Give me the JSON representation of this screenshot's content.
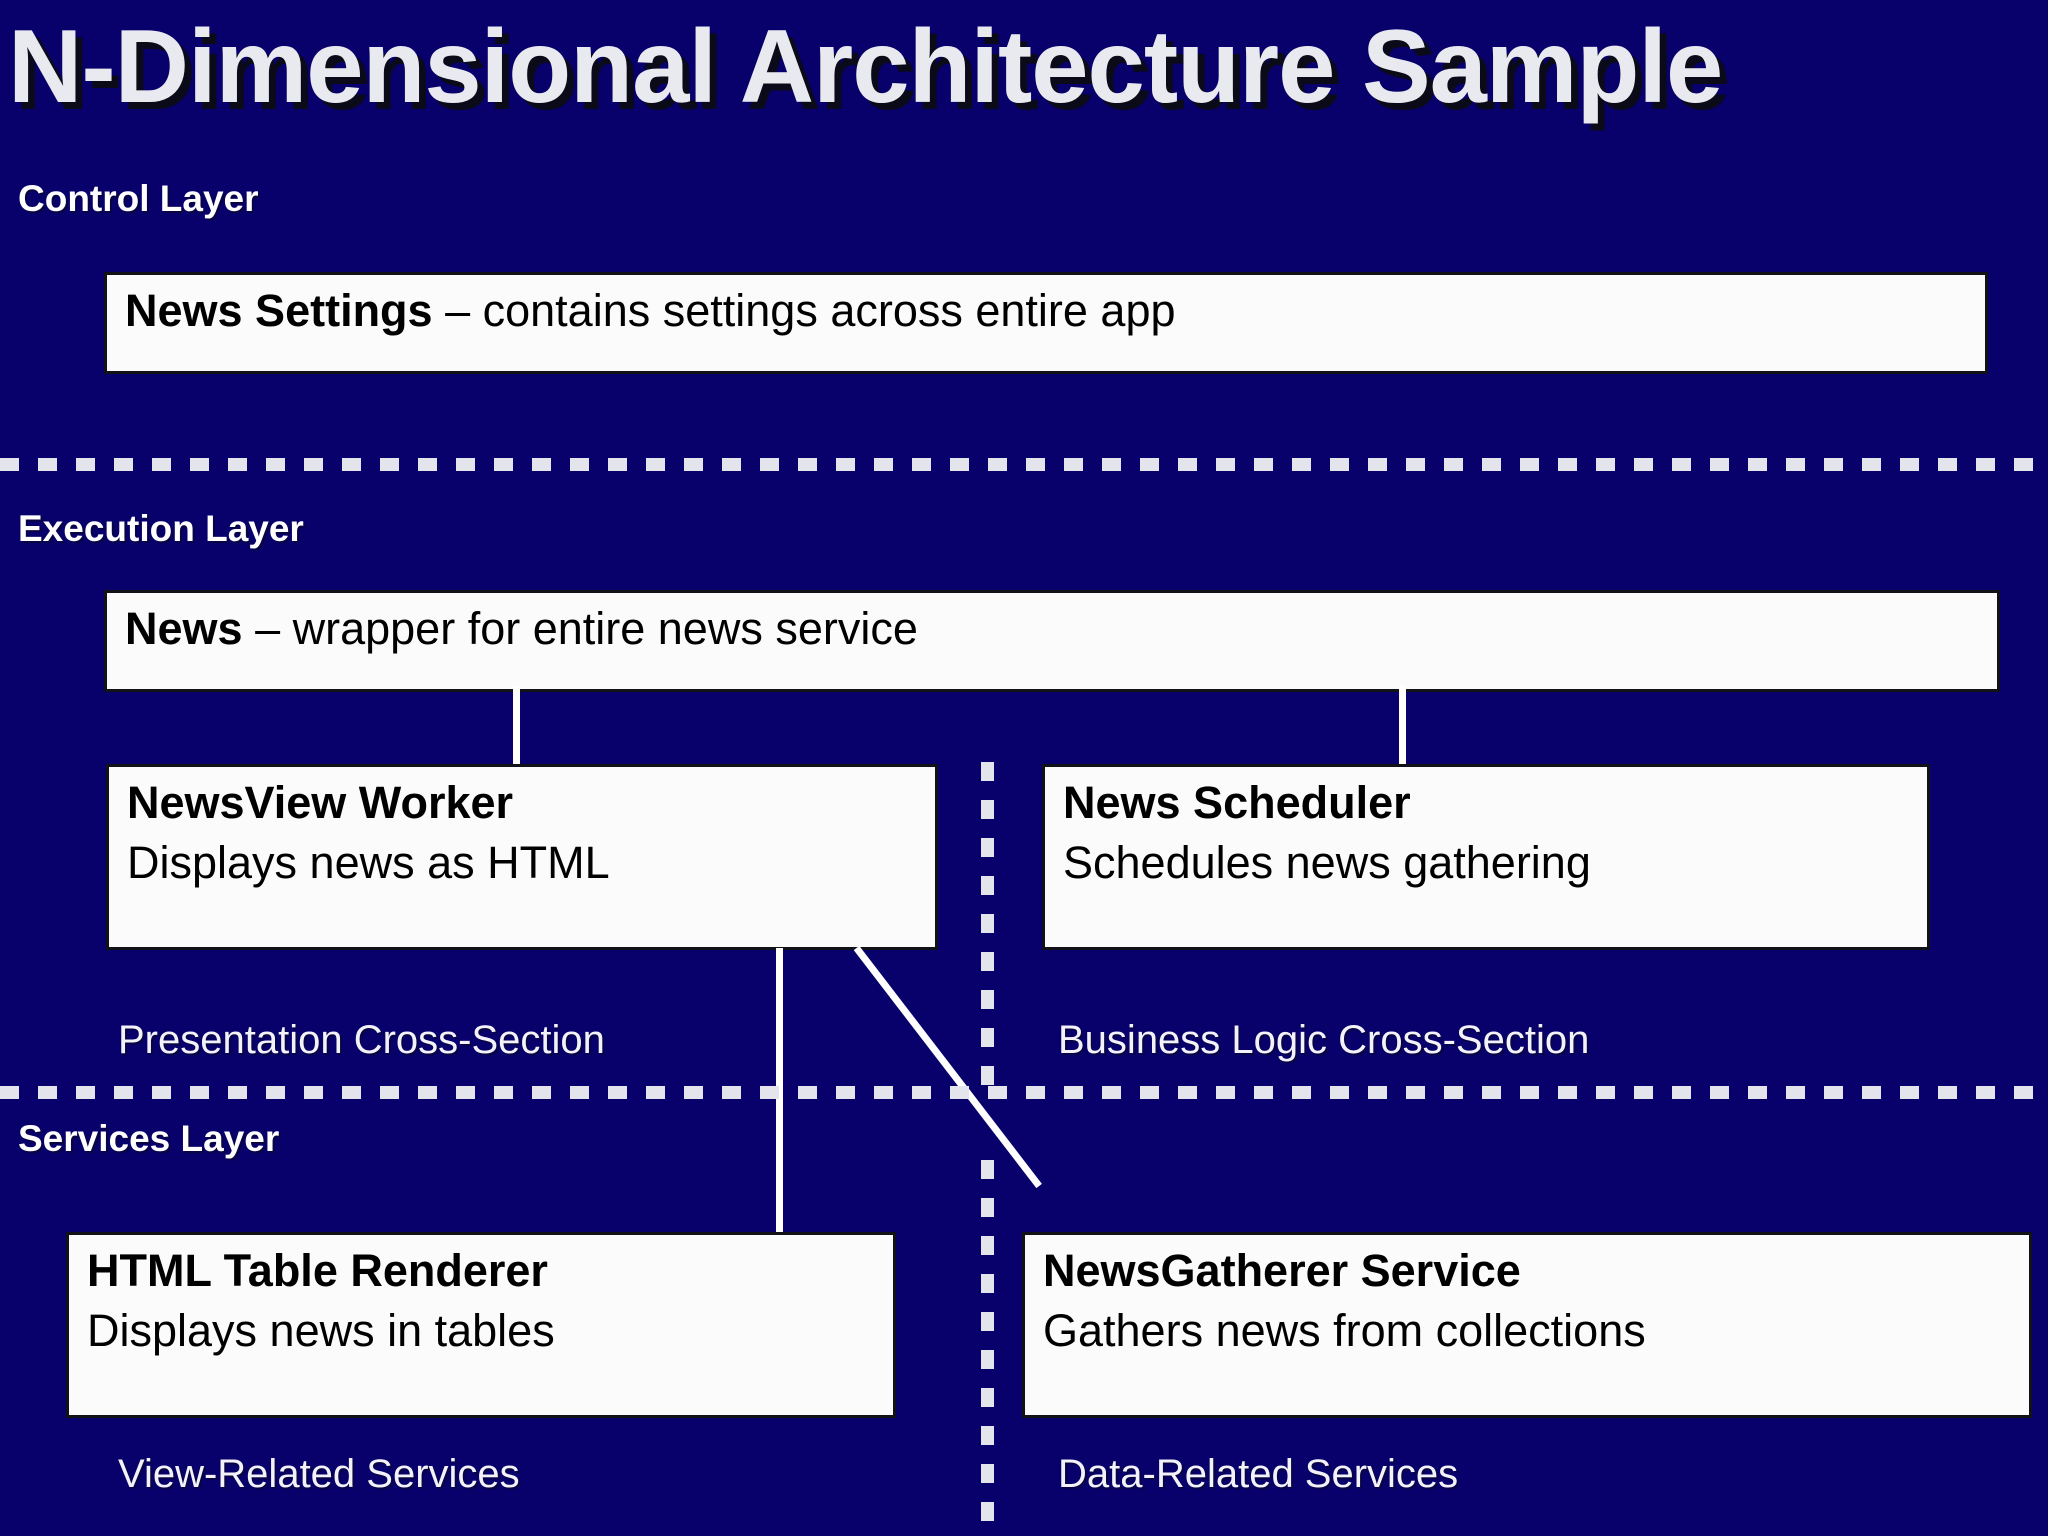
{
  "slide": {
    "title": "N-Dimensional Architecture Sample",
    "background_color": "#08006b",
    "box_fill_color": "#fbfbfb",
    "box_text_color": "#000000",
    "line_color": "#ffffff"
  },
  "layers": {
    "control": {
      "label": "Control Layer"
    },
    "execution": {
      "label": "Execution Layer"
    },
    "services": {
      "label": "Services Layer"
    }
  },
  "boxes": {
    "news_settings": {
      "name": "News Settings",
      "separator": " – ",
      "description": "contains settings across entire app"
    },
    "news": {
      "name": "News",
      "separator": " – ",
      "description": "wrapper for entire news service"
    },
    "newsview_worker": {
      "name": "NewsView Worker",
      "description": "Displays news as HTML"
    },
    "news_scheduler": {
      "name": "News Scheduler",
      "description": "Schedules news gathering"
    },
    "html_table_renderer": {
      "name": "HTML Table Renderer",
      "description": "Displays news in tables"
    },
    "newsgatherer_service": {
      "name": "NewsGatherer Service",
      "description": "Gathers news from collections"
    }
  },
  "cross_sections": {
    "presentation": "Presentation Cross-Section",
    "business_logic": "Business Logic Cross-Section",
    "view_related": "View-Related Services",
    "data_related": "Data-Related Services"
  }
}
